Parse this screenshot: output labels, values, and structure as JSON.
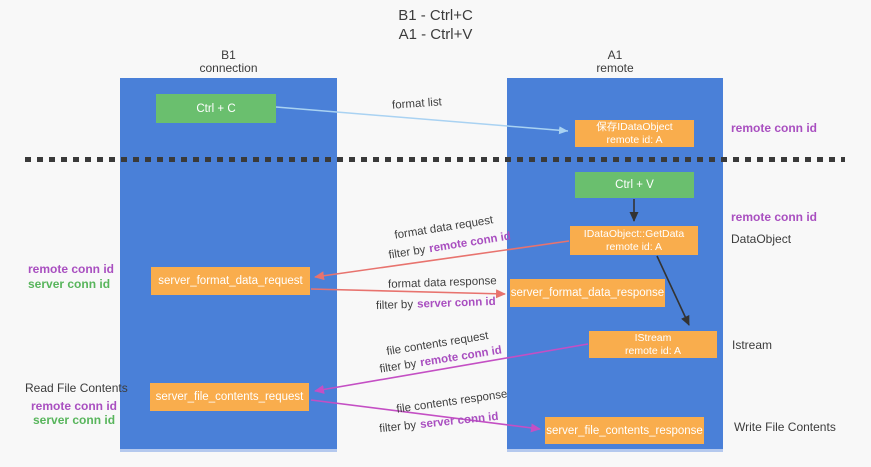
{
  "title": {
    "line1": "B1 - Ctrl+C",
    "line2": "A1 - Ctrl+V"
  },
  "columns": {
    "left": {
      "title": "B1",
      "subtitle": "connection"
    },
    "right": {
      "title": "A1",
      "subtitle": "remote"
    }
  },
  "boxes": {
    "ctrl_c": "Ctrl + C",
    "ctrl_v": "Ctrl + V",
    "save_dataobject": {
      "line1": "保存IDataObject",
      "line2": "remote id: A"
    },
    "getdata": {
      "line1": "IDataObject::GetData",
      "line2": "remote id: A"
    },
    "istream": {
      "line1": "IStream",
      "line2": "remote id: A"
    },
    "server_format_data_request": "server_format_data_request",
    "server_format_data_response": "server_format_data_response",
    "server_file_contents_request": "server_file_contents_request",
    "server_file_contents_response": "server_file_contents_response"
  },
  "arrow_labels": {
    "format_list": "format list",
    "format_data_request": "format data request",
    "format_data_response": "format data response",
    "file_contents_request": "file contents request",
    "file_contents_response": "file contents response",
    "filter_by": "filter by",
    "remote_conn_id": "remote conn id",
    "server_conn_id": "server conn id"
  },
  "side_labels": {
    "right_remote_conn_id_top": "remote conn id",
    "right_remote_conn_id_mid": "remote conn id",
    "right_dataobject": "DataObject",
    "right_istream": "Istream",
    "right_write_file_contents": "Write File Contents",
    "left_remote_conn_id_top": "remote conn id",
    "left_server_conn_id_top": "server conn id",
    "left_read_file_contents": "Read File Contents",
    "left_remote_conn_id_bottom": "remote conn id",
    "left_server_conn_id_bottom": "server conn id"
  },
  "colors": {
    "lane_blue": "#4a80d8",
    "box_green": "#6abf6e",
    "box_orange": "#f9ad4d",
    "purple_text": "#a94fc0",
    "green_text": "#58b55c",
    "salmon_arrow": "#e8736e",
    "magenta_arrow": "#c44fc4",
    "lightblue_arrow": "#a9d2f2",
    "black_arrow": "#333333",
    "background": "#f8f8f8"
  }
}
